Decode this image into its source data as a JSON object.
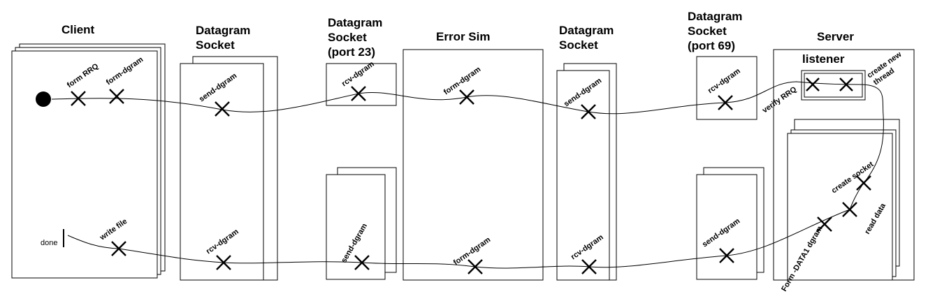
{
  "headers": {
    "client": "Client",
    "ds1_a": "Datagram",
    "ds1_b": "Socket",
    "ds23_a": "Datagram",
    "ds23_b": "Socket",
    "ds23_c": "(port 23)",
    "errorsim": "Error Sim",
    "ds3_a": "Datagram",
    "ds3_b": "Socket",
    "ds69_a": "Datagram",
    "ds69_b": "Socket",
    "ds69_c": "(port 69)",
    "server": "Server",
    "listener": "listener"
  },
  "labels": {
    "form_rrq": "form RRQ",
    "form_dgram_client": "form-dgram",
    "send_dgram_1": "send-dgram",
    "rcv_dgram_23": "rcv-dgram",
    "form_dgram_err_top": "form-dgram",
    "send_dgram_3": "send-dgram",
    "rcv_dgram_69": "rcv-dgram",
    "verify_rrq": "verify RRQ",
    "create_thread_a": "create new",
    "create_thread_b": "thread",
    "create_socket": "create socket",
    "read_data": "read data",
    "form_data1": "Form -DATA1 dgram",
    "done": "done",
    "write_file": "write file",
    "rcv_dgram_1": "rcv-dgram",
    "send_dgram_23": "send-dgram",
    "form_dgram_err_bottom": "form-dgram",
    "rcv_dgram_3": "rcv-dgram",
    "send_dgram_69": "send-dgram"
  }
}
